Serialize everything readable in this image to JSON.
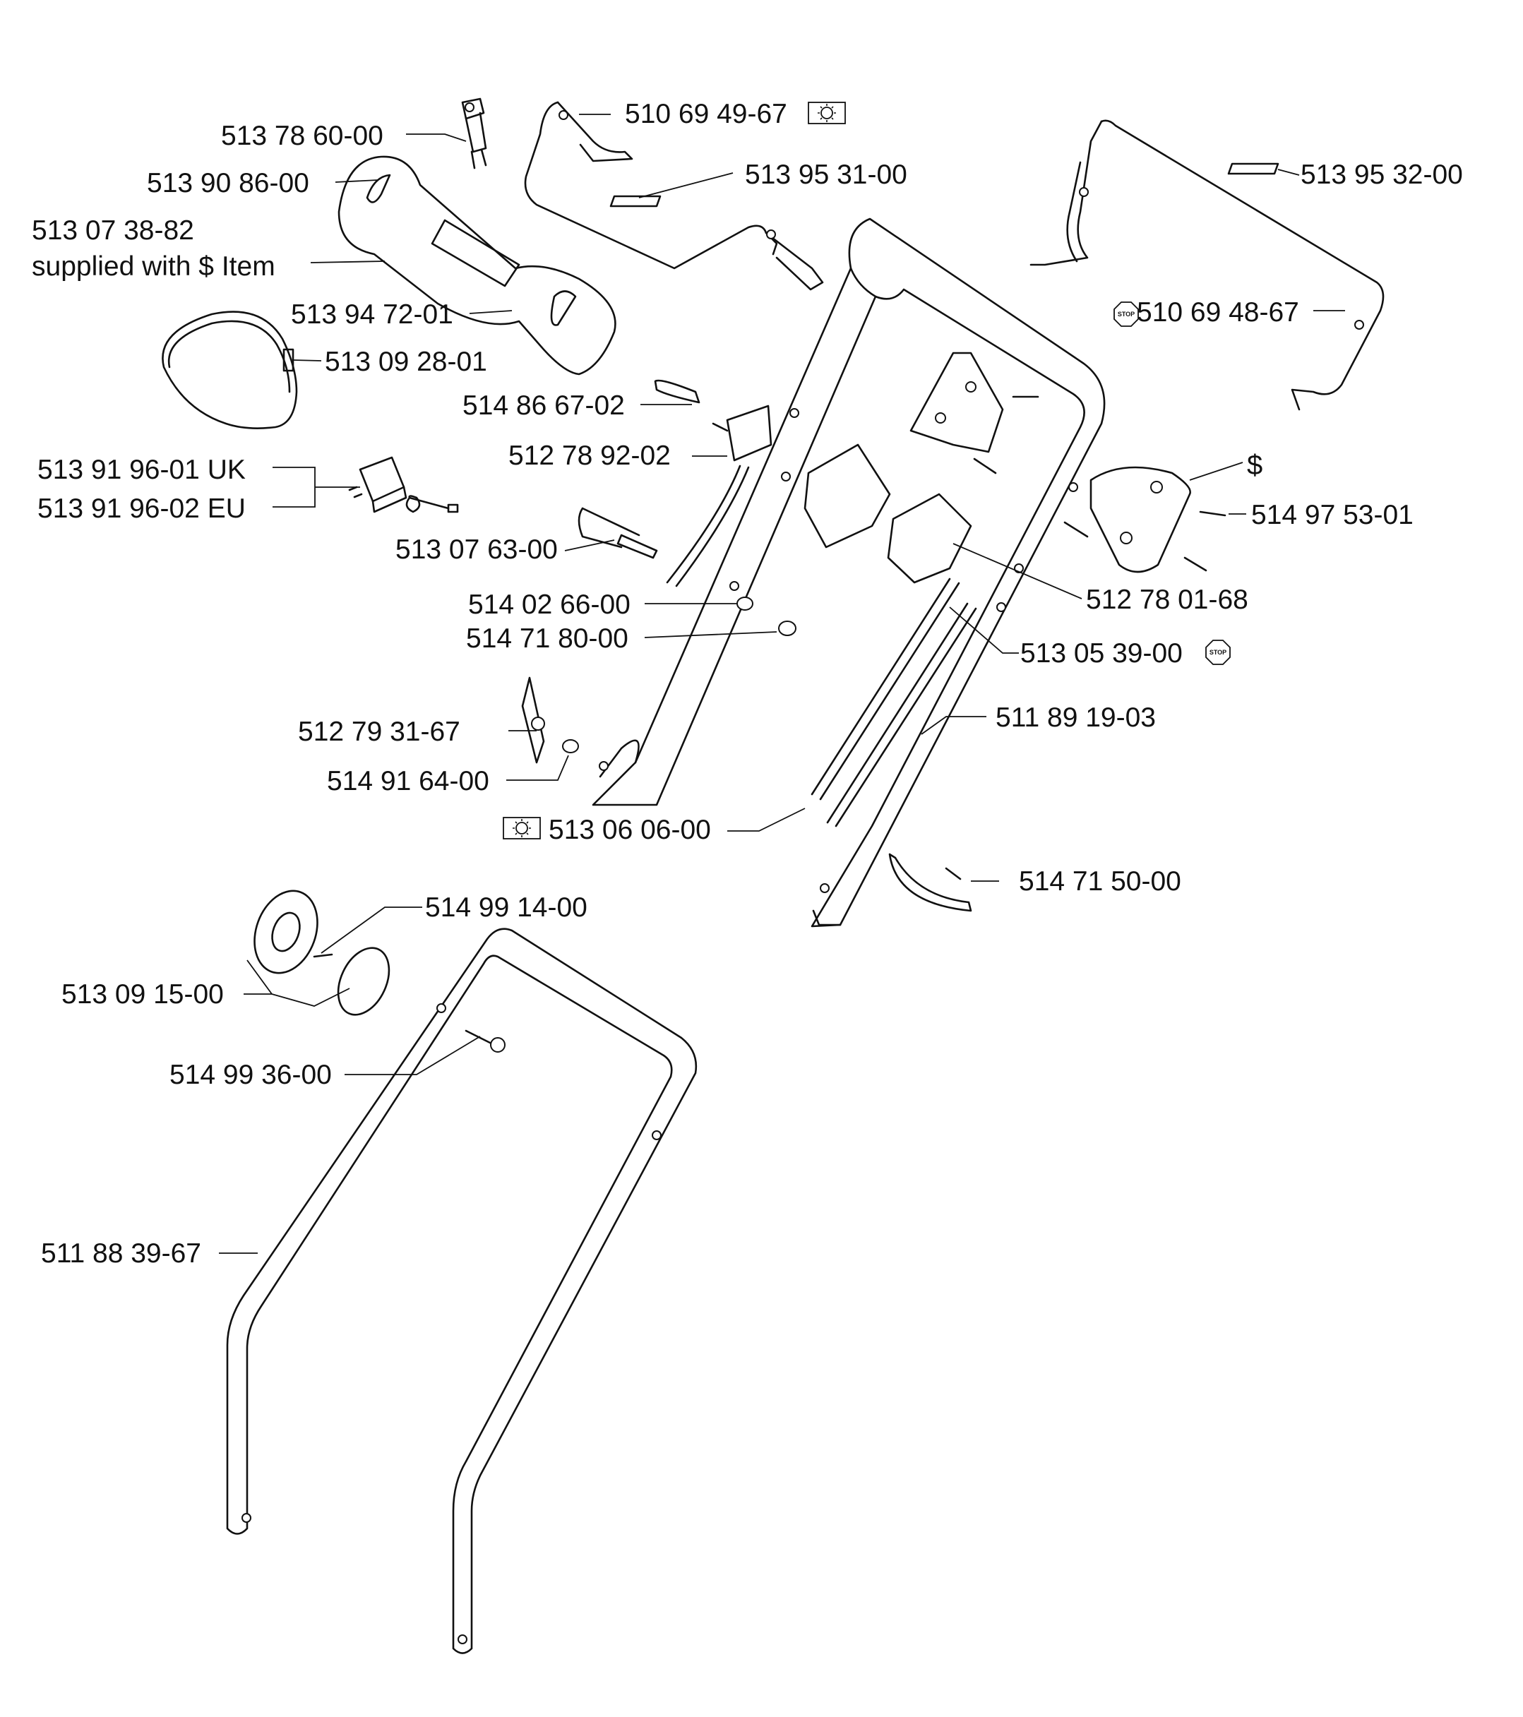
{
  "parts": {
    "p513786000": "513 78 60-00",
    "p513908600": "513 90 86-00",
    "p513073882": "513 07 38-82",
    "supplied_note": "supplied with $ Item",
    "p513947201": "513 94 72-01",
    "p513092801": "513 09 28-01",
    "p513919601": "513 91 96-01 UK",
    "p513919602": "513 91 96-02 EU",
    "p513076300": "513 07 63-00",
    "p514866702": "514 86 67-02",
    "p512789202": "512 78 92-02",
    "p514026600": "514 02 66-00",
    "p514718000": "514 71 80-00",
    "p512793167": "512 79 31-67",
    "p514916400": "514 91 64-00",
    "p513060600": "513 06 06-00",
    "p510694967": "510 69 49-67",
    "p513953100": "513 95 31-00",
    "p513953200": "513 95 32-00",
    "p510694867": "510 69 48-67",
    "dollar": "$",
    "p514975301": "514 97 53-01",
    "p512780168": "512 78 01-68",
    "p513053900": "513 05 39-00",
    "p511891903": "511 89 19-03",
    "p514715000": "514 71 50-00",
    "p514991400": "514 99 14-00",
    "p513091500": "513 09  15-00",
    "p514993600": "514 99 36-00",
    "p511883967": "511 88 39-67"
  },
  "symbols": {
    "stop_text": "STOP",
    "sun_icon": "sun-icon",
    "stop_icon": "stop-sign-icon"
  }
}
